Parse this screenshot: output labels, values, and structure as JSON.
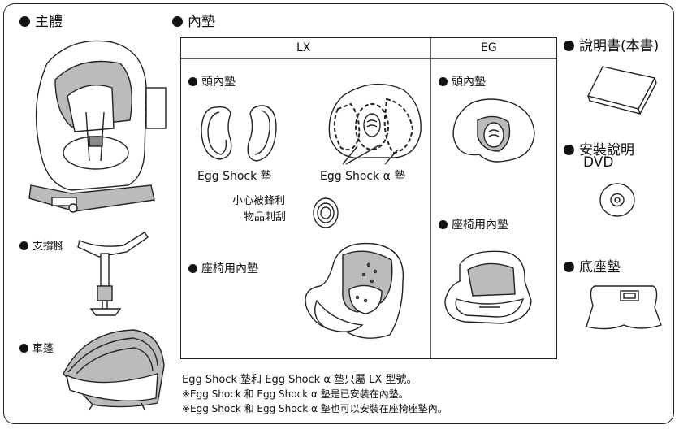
{
  "sections": {
    "main_body": "主體",
    "inner_pad": "內墊",
    "support_leg": "支撐腳",
    "canopy": "車篷",
    "manual": "說明書(本書)",
    "dvd_line1": "安裝說明",
    "dvd_line2": "DVD",
    "base_pad": "底座墊"
  },
  "table": {
    "col_lx": "LX",
    "col_eg": "EG",
    "lx_head_pad": "頭內墊",
    "lx_seat_pad": "座椅用內墊",
    "eg_head_pad": "頭內墊",
    "eg_seat_pad": "座椅用內墊",
    "egg_shock": "Egg Shock 墊",
    "egg_shock_alpha": "Egg Shock α 墊",
    "caution_line1": "小心被鋒利",
    "caution_line2": "物品刺刮"
  },
  "notes": [
    "Egg Shock 墊和 Egg Shock α 墊只屬 LX 型號。",
    "※Egg Shock 和 Egg Shock α 墊是已安裝在內墊。",
    "※Egg Shock 和 Egg Shock α 墊也可以安裝在座椅座墊內。"
  ]
}
